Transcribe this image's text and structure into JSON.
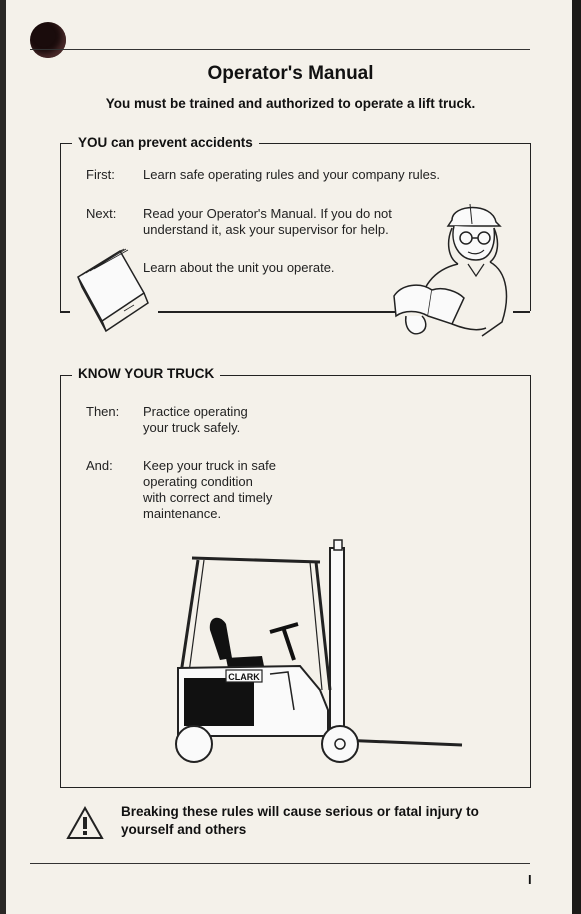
{
  "header": {
    "title": "Operator's Manual",
    "subtitle": "You must be trained and authorized to operate a lift truck."
  },
  "section1": {
    "heading": "YOU can prevent accidents",
    "rows": [
      {
        "label": "First:",
        "lines": [
          "Learn safe operating rules and your company rules."
        ]
      },
      {
        "label": "Next:",
        "lines": [
          "Read your Operator's Manual. If you do not",
          "understand it, ask your supervisor for help."
        ]
      },
      {
        "label": "",
        "lines": [
          "Learn about the unit you operate."
        ]
      }
    ]
  },
  "section2": {
    "heading": "KNOW YOUR TRUCK",
    "rows": [
      {
        "label": "Then:",
        "lines": [
          "Practice operating",
          "your truck safely."
        ]
      },
      {
        "label": "And:",
        "lines": [
          "Keep your truck in safe",
          "operating condition",
          "with correct and timely",
          "maintenance."
        ]
      }
    ],
    "truck_brand": "CLARK"
  },
  "warning": {
    "lines": [
      "Breaking these rules will cause serious or fatal injury to",
      "yourself and others"
    ],
    "icon": "warning-triangle-icon"
  },
  "footer": {
    "page_number": "I"
  }
}
